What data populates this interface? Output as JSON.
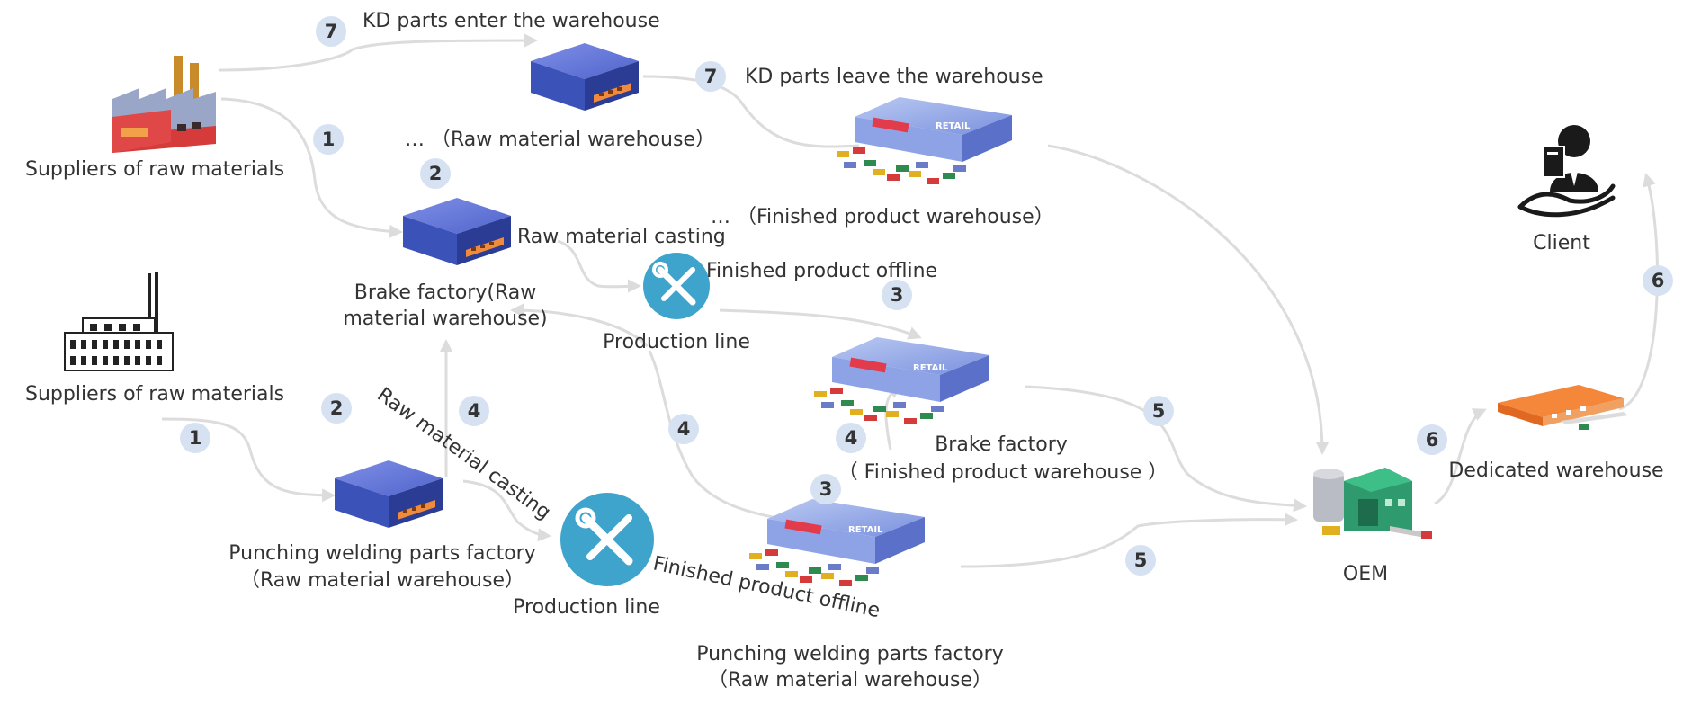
{
  "labels": {
    "supplier_top": "Suppliers of raw materials",
    "supplier_bottom": "Suppliers of raw materials",
    "kd_enter": "KD parts enter the warehouse",
    "kd_leave": "KD parts leave the warehouse",
    "raw_wh_top": "… （Raw material warehouse）",
    "finished_wh_top": "… （Finished product warehouse）",
    "brake_factory_line1": "Brake factory(Raw",
    "brake_factory_line2": "material warehouse)",
    "raw_casting_top": "Raw material casting",
    "finished_offline_top": "Finished product offline",
    "production_line_top": "Production line",
    "brake_finished_line1": "Brake factory",
    "brake_finished_line2": "（ Finished product warehouse ）",
    "punch_raw_line1": "Punching welding parts factory",
    "punch_raw_line2": "（Raw material warehouse）",
    "raw_casting_bottom": "Raw material casting",
    "production_line_bottom": "Production line",
    "finished_offline_bottom": "Finished product offline",
    "punch_bottom_line1": "Punching welding parts factory",
    "punch_bottom_line2": "（Raw material warehouse）",
    "oem": "OEM",
    "dedicated_warehouse": "Dedicated warehouse",
    "client": "Client"
  },
  "badges": [
    "7",
    "7",
    "1",
    "2",
    "3",
    "2",
    "1",
    "4",
    "4",
    "4",
    "3",
    "5",
    "5",
    "6",
    "6"
  ],
  "warehouse_sign": "RETAIL",
  "icons": {
    "factory_top": "factory-icon",
    "factory_bottom": "old-factory-icon",
    "warehouse": "warehouse-icon",
    "retail_store": "retail-warehouse-icon",
    "production_line": "wrench-screwdriver-icon",
    "oem": "oem-plant-icon",
    "dedicated_warehouse": "orange-warehouse-icon",
    "client": "client-hand-icon"
  },
  "colors": {
    "flow_line": "#dcdcdc",
    "badge_fill": "#d6e2f2",
    "production_circle": "#3fa4cc",
    "warehouse_blue": "#3b52b8",
    "factory_red": "#d63b3b",
    "oem_green": "#2e9a6e",
    "dedicated_orange": "#f5873a"
  }
}
